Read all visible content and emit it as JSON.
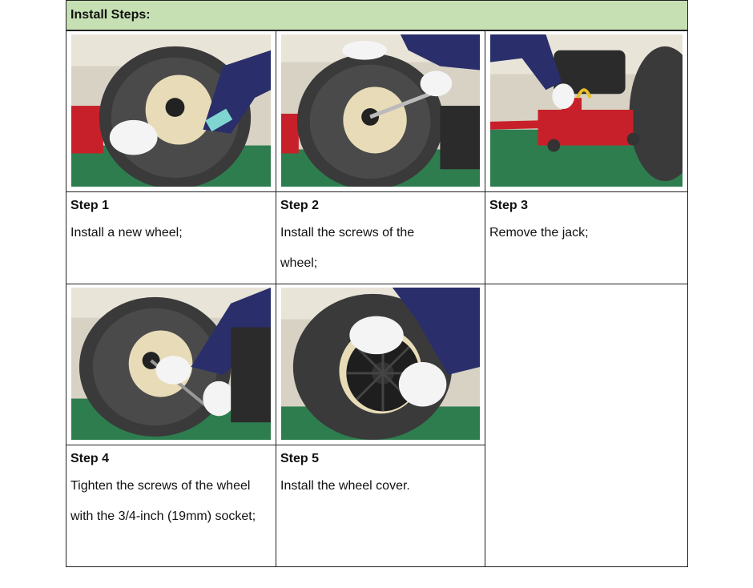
{
  "header": {
    "title": "Install Steps:"
  },
  "steps": [
    {
      "title": "Step 1",
      "text": "Install a new wheel;"
    },
    {
      "title": "Step 2",
      "text": "Install the screws of the wheel;"
    },
    {
      "title": "Step 3",
      "text": "Remove the jack;"
    },
    {
      "title": "Step 4",
      "text": "Tighten the screws of the wheel with the 3/4-inch (19mm) socket;"
    },
    {
      "title": "Step 5",
      "text": "Install the wheel cover."
    }
  ],
  "colors": {
    "header_bg": "#c6e0b4",
    "floor": "#2e7d4f",
    "jack": "#c8202a",
    "sleeve": "#2a2f6b"
  }
}
